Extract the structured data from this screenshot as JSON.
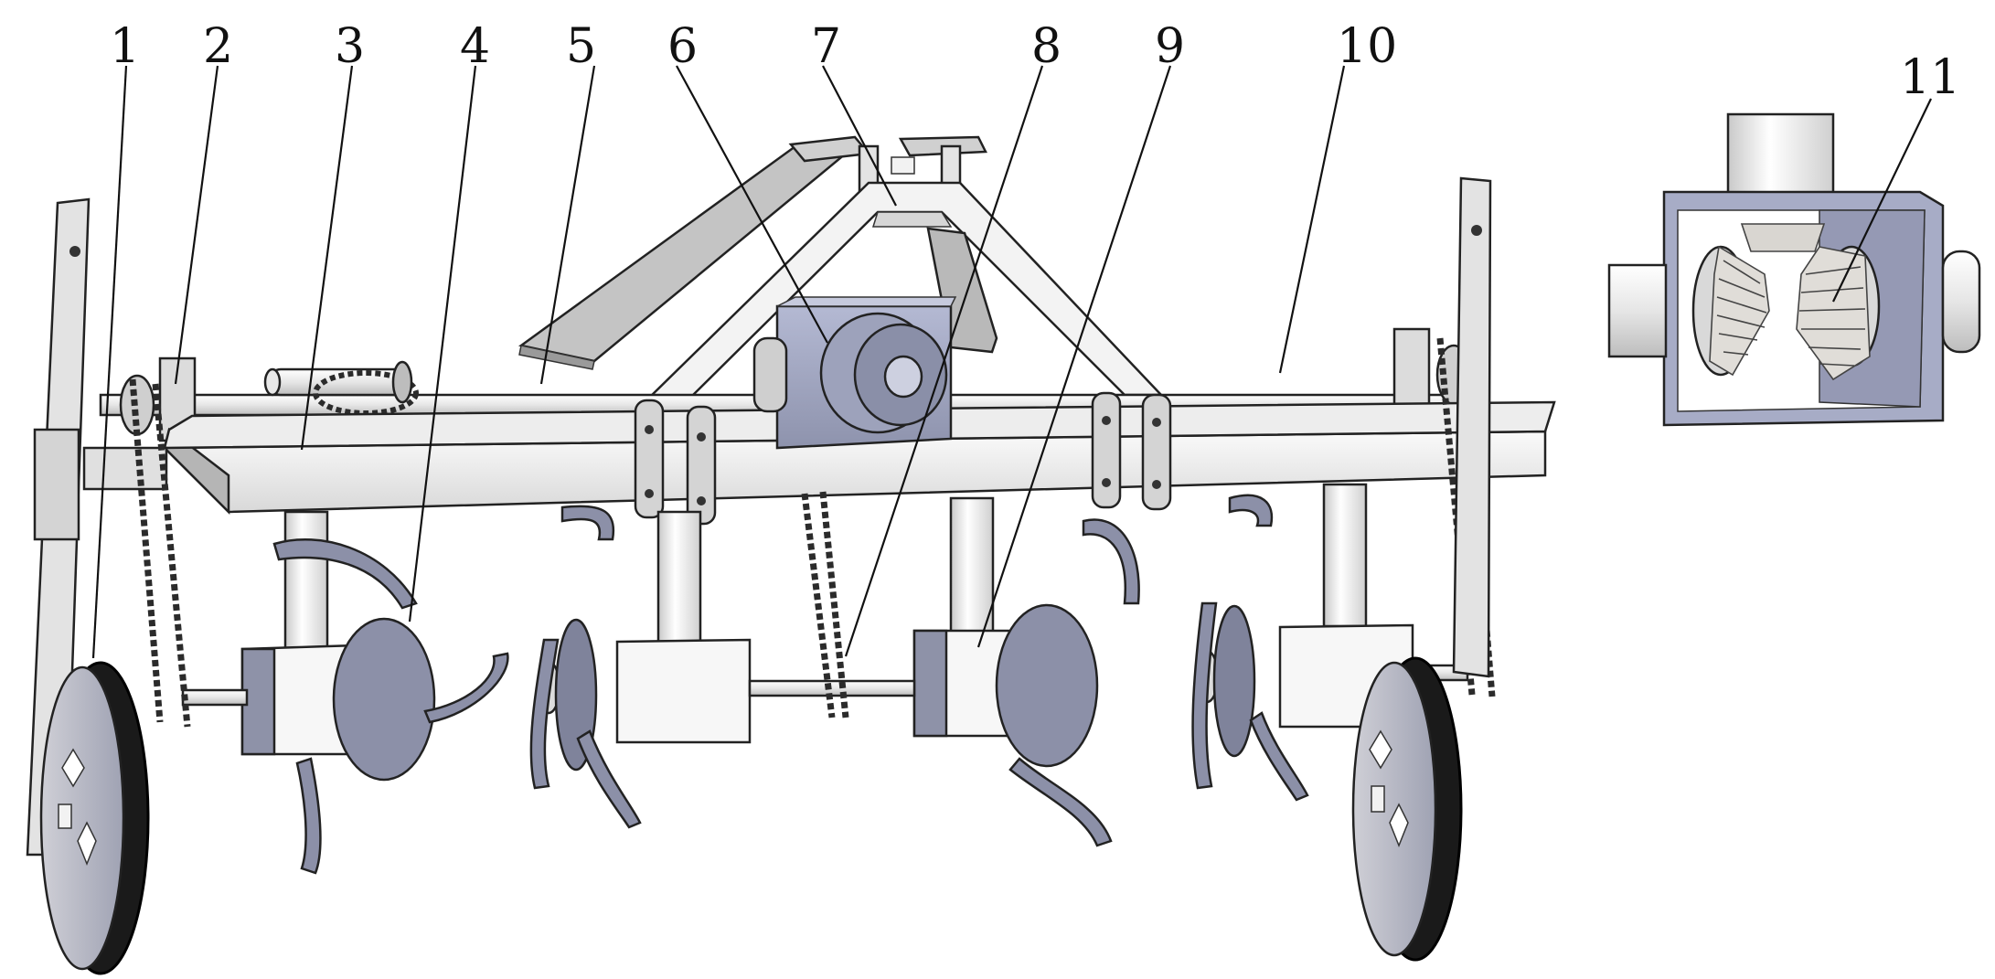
{
  "callouts": [
    {
      "label": "1"
    },
    {
      "label": "2"
    },
    {
      "label": "3"
    },
    {
      "label": "4"
    },
    {
      "label": "5"
    },
    {
      "label": "6"
    },
    {
      "label": "7"
    },
    {
      "label": "8"
    },
    {
      "label": "9"
    },
    {
      "label": "10"
    },
    {
      "label": "11"
    }
  ],
  "colors": {
    "frame": "#eeeeee",
    "frame_shade": "#b8b8b8",
    "gearbox": "#a7acc6",
    "blade": "#8c90a8",
    "wheel": "#1a1a1a",
    "chain": "#333333"
  }
}
